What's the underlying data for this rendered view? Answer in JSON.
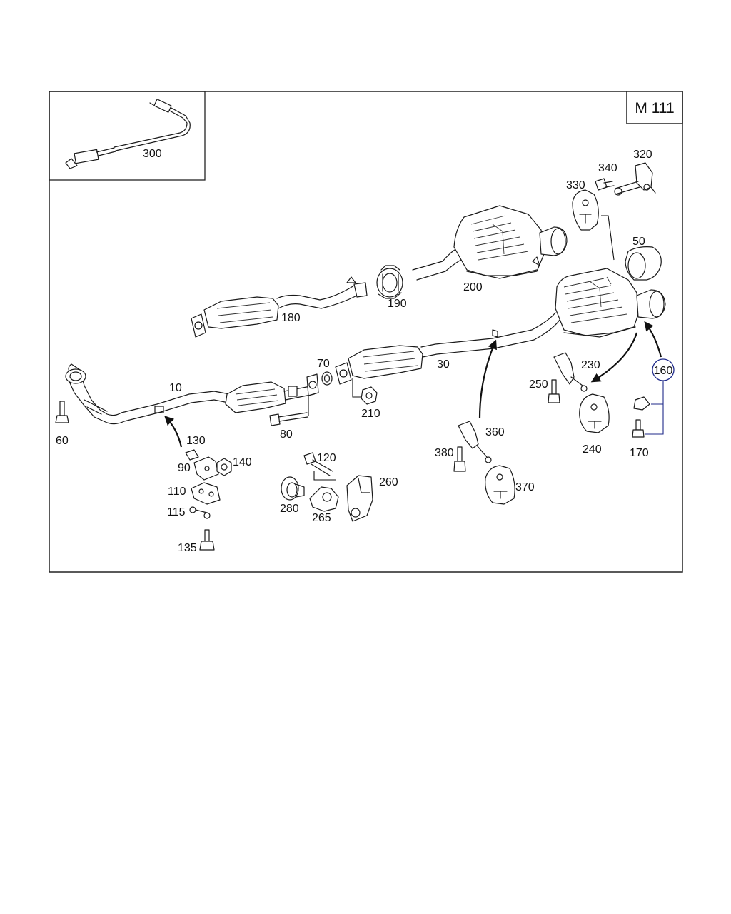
{
  "diagram": {
    "model_badge": "M 111",
    "callouts": {
      "p10": "10",
      "p30": "30",
      "p50": "50",
      "p60": "60",
      "p70": "70",
      "p80": "80",
      "p90": "90",
      "p110": "110",
      "p115": "115",
      "p120": "120",
      "p130": "130",
      "p135": "135",
      "p140": "140",
      "p160": "160",
      "p170": "170",
      "p180": "180",
      "p190": "190",
      "p200": "200",
      "p210": "210",
      "p230": "230",
      "p240": "240",
      "p250": "250",
      "p260": "260",
      "p265": "265",
      "p280": "280",
      "p300": "300",
      "p320": "320",
      "p330": "330",
      "p340": "340",
      "p360": "360",
      "p370": "370",
      "p380": "380"
    }
  }
}
